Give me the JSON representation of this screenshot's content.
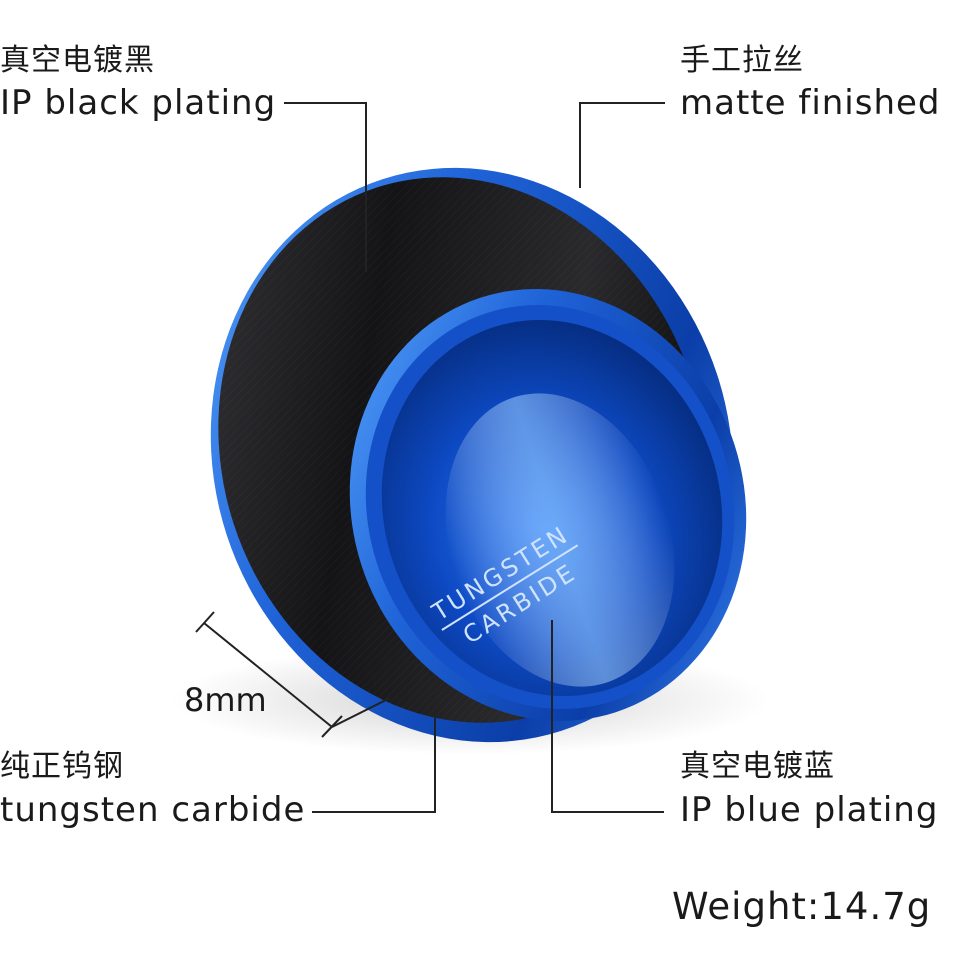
{
  "annotations": {
    "black_plating": {
      "cn": "真空电镀黑",
      "en": "IP black plating"
    },
    "matte": {
      "cn": "手工拉丝",
      "en": "matte finished"
    },
    "tungsten": {
      "cn": "纯正钨钢",
      "en": "tungsten carbide"
    },
    "blue_plating": {
      "cn": "真空电镀蓝",
      "en": "IP blue plating"
    }
  },
  "width_label": "8mm",
  "weight_label": "Weight:14.7g",
  "engraving": {
    "line1": "TUNGSTEN",
    "line2": "CARBIDE"
  },
  "colors": {
    "blue_plating": "#1f63d8",
    "blue_inner": "#0d49c2",
    "black_band": "#1b1b1d",
    "text": "#1a1a1a",
    "leader_lines": "#222222"
  }
}
